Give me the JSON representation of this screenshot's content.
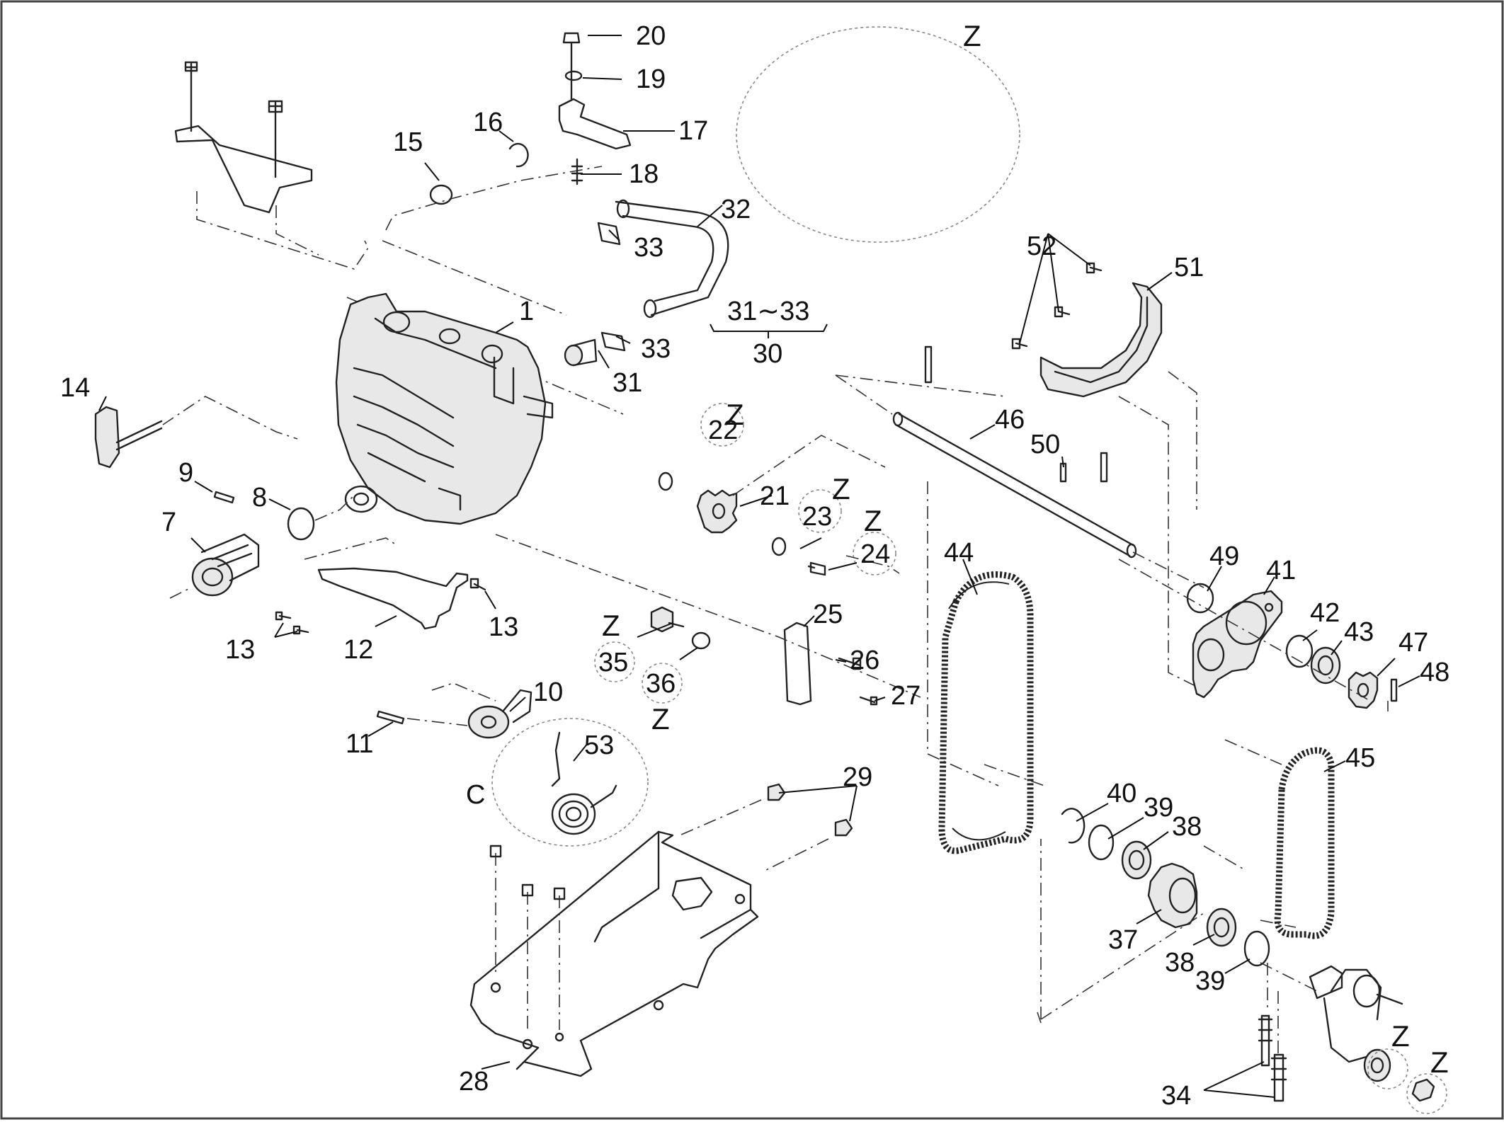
{
  "labels": {
    "l1": "1",
    "l7": "7",
    "l8": "8",
    "l9": "9",
    "l10": "10",
    "l11": "11",
    "l12": "12",
    "l13a": "13",
    "l13b": "13",
    "l14": "14",
    "l15": "15",
    "l16": "16",
    "l17": "17",
    "l18": "18",
    "l19": "19",
    "l20": "20",
    "l21": "21",
    "l22": "22",
    "l23": "23",
    "l24": "24",
    "l25": "25",
    "l26": "26",
    "l27": "27",
    "l28": "28",
    "l29": "29",
    "l30": "30",
    "l31": "31",
    "l32": "32",
    "l33a": "33",
    "l33b": "33",
    "l34": "34",
    "l35": "35",
    "l36": "36",
    "l37": "37",
    "l38a": "38",
    "l38b": "38",
    "l39a": "39",
    "l39b": "39",
    "l40": "40",
    "l41": "41",
    "l42": "42",
    "l43": "43",
    "l44": "44",
    "l45": "45",
    "l46": "46",
    "l47": "47",
    "l48": "48",
    "l49": "49",
    "l50": "50",
    "l51": "51",
    "l52": "52",
    "l53": "53",
    "range": "31∼33",
    "c": "C",
    "z": "Z"
  }
}
